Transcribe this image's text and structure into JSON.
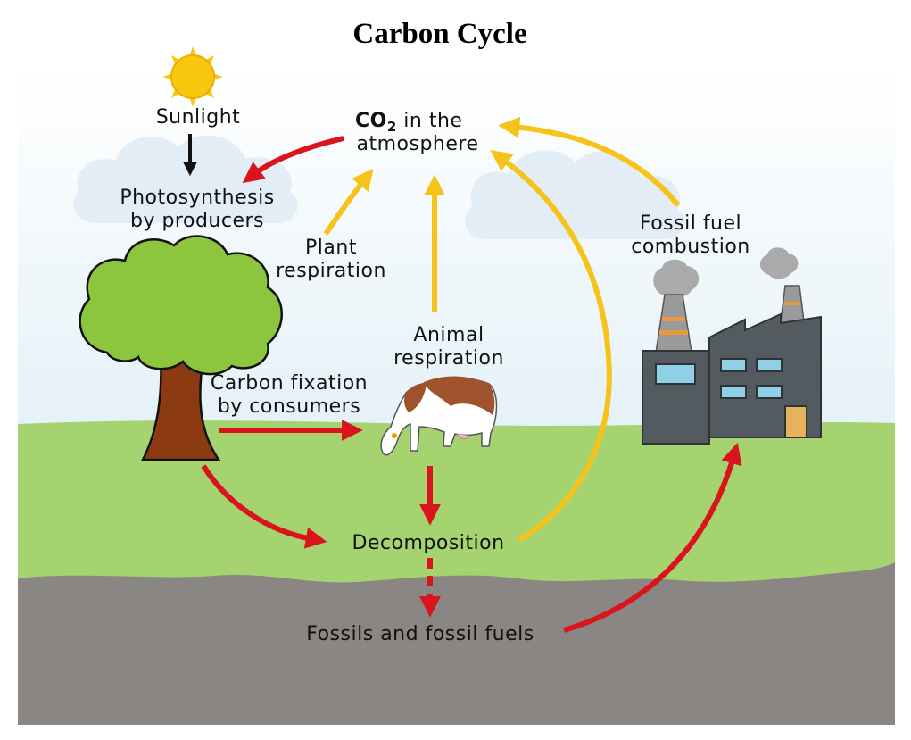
{
  "title": "Carbon Cycle",
  "labels": {
    "sunlight": "Sunlight",
    "photosynthesis_1": "Photosynthesis",
    "photosynthesis_2": "by producers",
    "co2_main": "CO",
    "co2_sub": "2",
    "co2_rest": " in the",
    "atmosphere": "atmosphere",
    "plant_resp_1": "Plant",
    "plant_resp_2": "respiration",
    "animal_resp_1": "Animal",
    "animal_resp_2": "respiration",
    "fossil_comb_1": "Fossil fuel",
    "fossil_comb_2": "combustion",
    "carbon_fix_1": "Carbon fixation",
    "carbon_fix_2": "by consumers",
    "decomposition": "Decomposition",
    "fossils": "Fossils and fossil fuels"
  },
  "colors": {
    "sky_top": "#ffffff",
    "sky_bottom": "#cfe6f2",
    "grass": "#a5d36f",
    "soil": "#8a8683",
    "red_arrow": "#d9141c",
    "yellow_arrow": "#f5c31a",
    "tree_canopy": "#8cc63f",
    "tree_trunk": "#8b3a12",
    "factory": "#535b61",
    "factory_window": "#8fd0e6",
    "door": "#e6b25c",
    "sun": "#f9c80e"
  }
}
